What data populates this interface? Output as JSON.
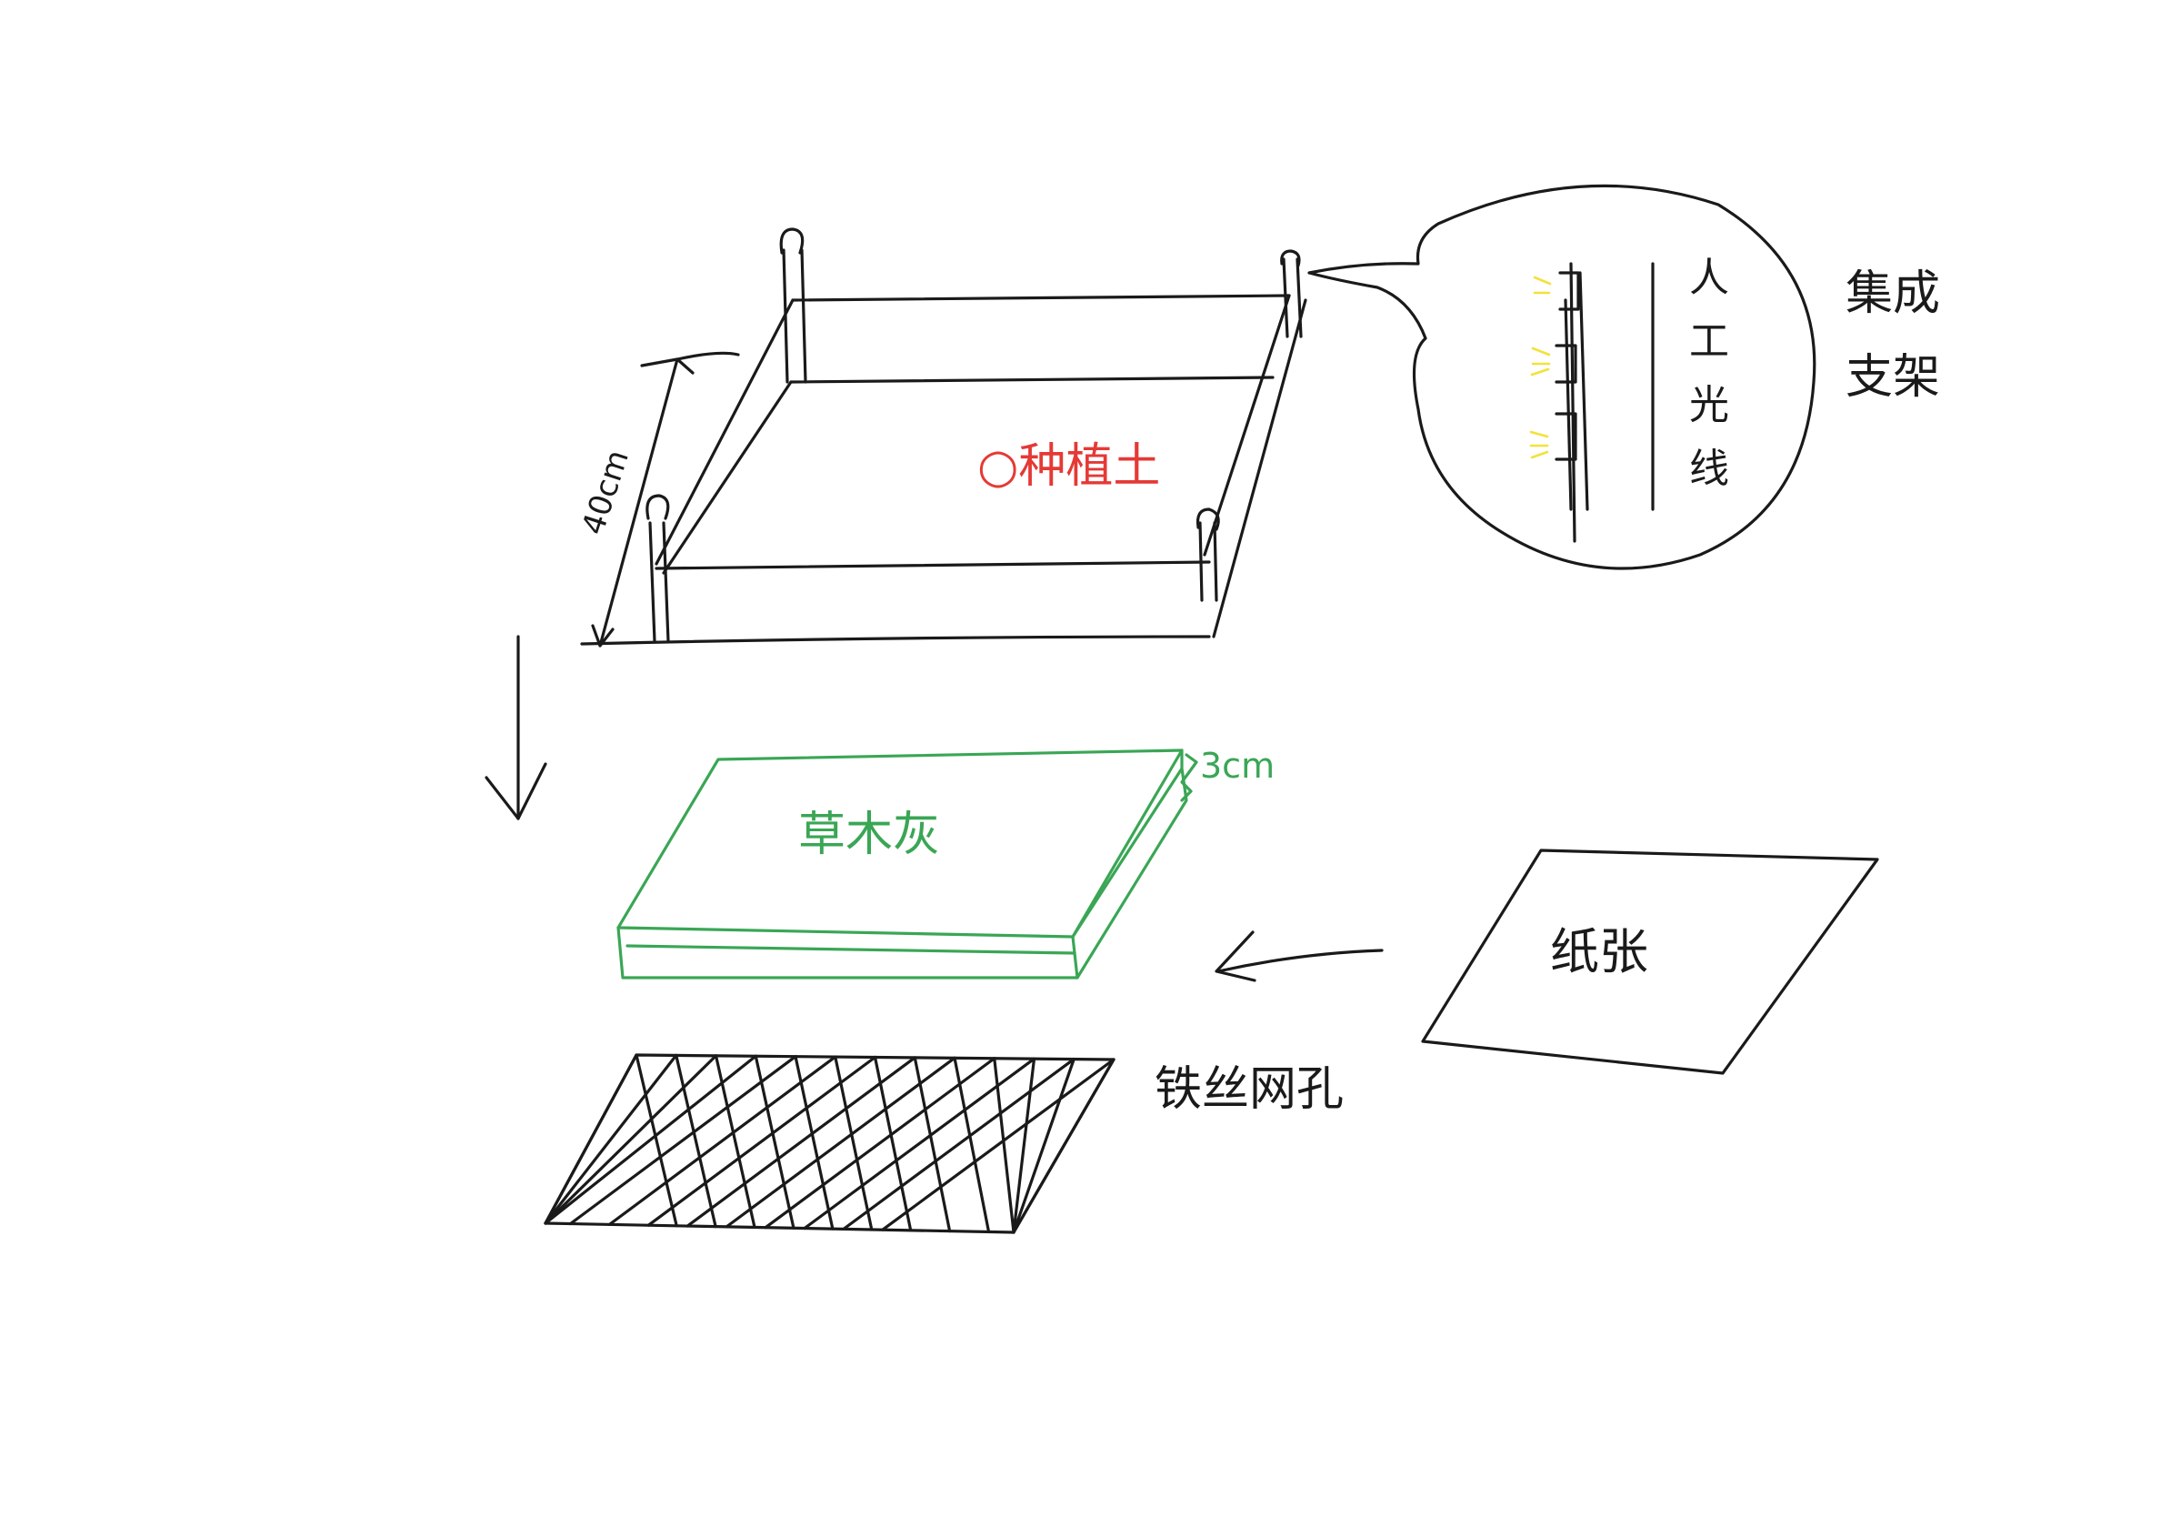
{
  "labels": {
    "soil": "○种植土",
    "height": "40cm",
    "light": "人\n工\n光\n线",
    "bracket": "集成\n支架",
    "ash": "草木灰",
    "ash_thickness": "3cm",
    "paper": "纸张",
    "mesh": "铁丝网孔"
  },
  "colors": {
    "ink": "#1a1a1a",
    "soil_text": "#e53935",
    "ash": "#3aa655",
    "light_glow": "#f2e23a"
  }
}
